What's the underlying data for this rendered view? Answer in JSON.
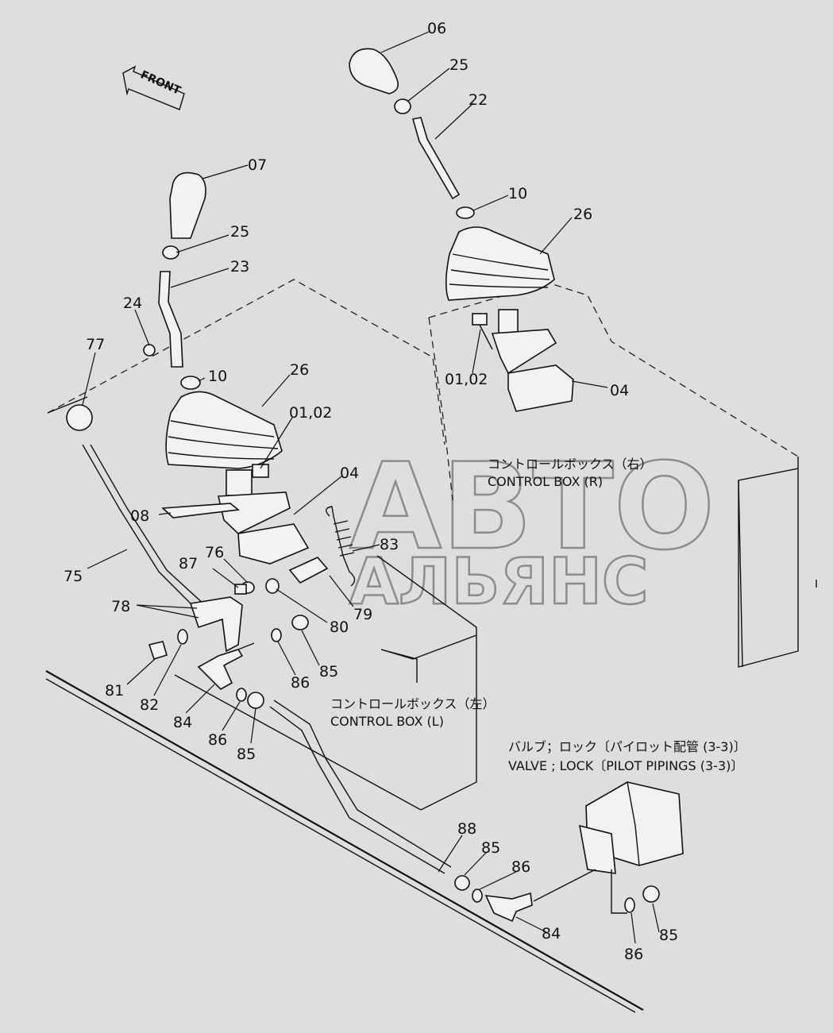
{
  "front_arrow": "FRONT",
  "watermark": {
    "line1": "АВТО",
    "line2": "АЛЬЯНС"
  },
  "captions": {
    "box_r_jp": "コントロールボックス（右）",
    "box_r_en": "CONTROL BOX (R)",
    "box_l_jp": "コントロールボックス（左）",
    "box_l_en": "CONTROL BOX (L)",
    "valve_jp": "バルブ；ロック〔パイロット配管 (3-3)〕",
    "valve_en": "VALVE ; LOCK〔PILOT PIPINGS (3-3)〕"
  },
  "labels": {
    "p06": "06",
    "p25r": "25",
    "p22": "22",
    "p10r": "10",
    "p26r": "26",
    "p0102r": "01,02",
    "p04r": "04",
    "p07": "07",
    "p25l": "25",
    "p23": "23",
    "p24": "24",
    "p77": "77",
    "p10l": "10",
    "p26l": "26",
    "p0102l": "01,02",
    "p04l": "04",
    "p08": "08",
    "p83": "83",
    "p76": "76",
    "p87": "87",
    "p75": "75",
    "p78": "78",
    "p79": "79",
    "p80": "80",
    "p85a": "85",
    "p86a": "86",
    "p81": "81",
    "p82": "82",
    "p84a": "84",
    "p86b": "86",
    "p85b": "85",
    "p88": "88",
    "p85c": "85",
    "p86c": "86",
    "p84b": "84",
    "p86d": "86",
    "p85d": "85"
  }
}
